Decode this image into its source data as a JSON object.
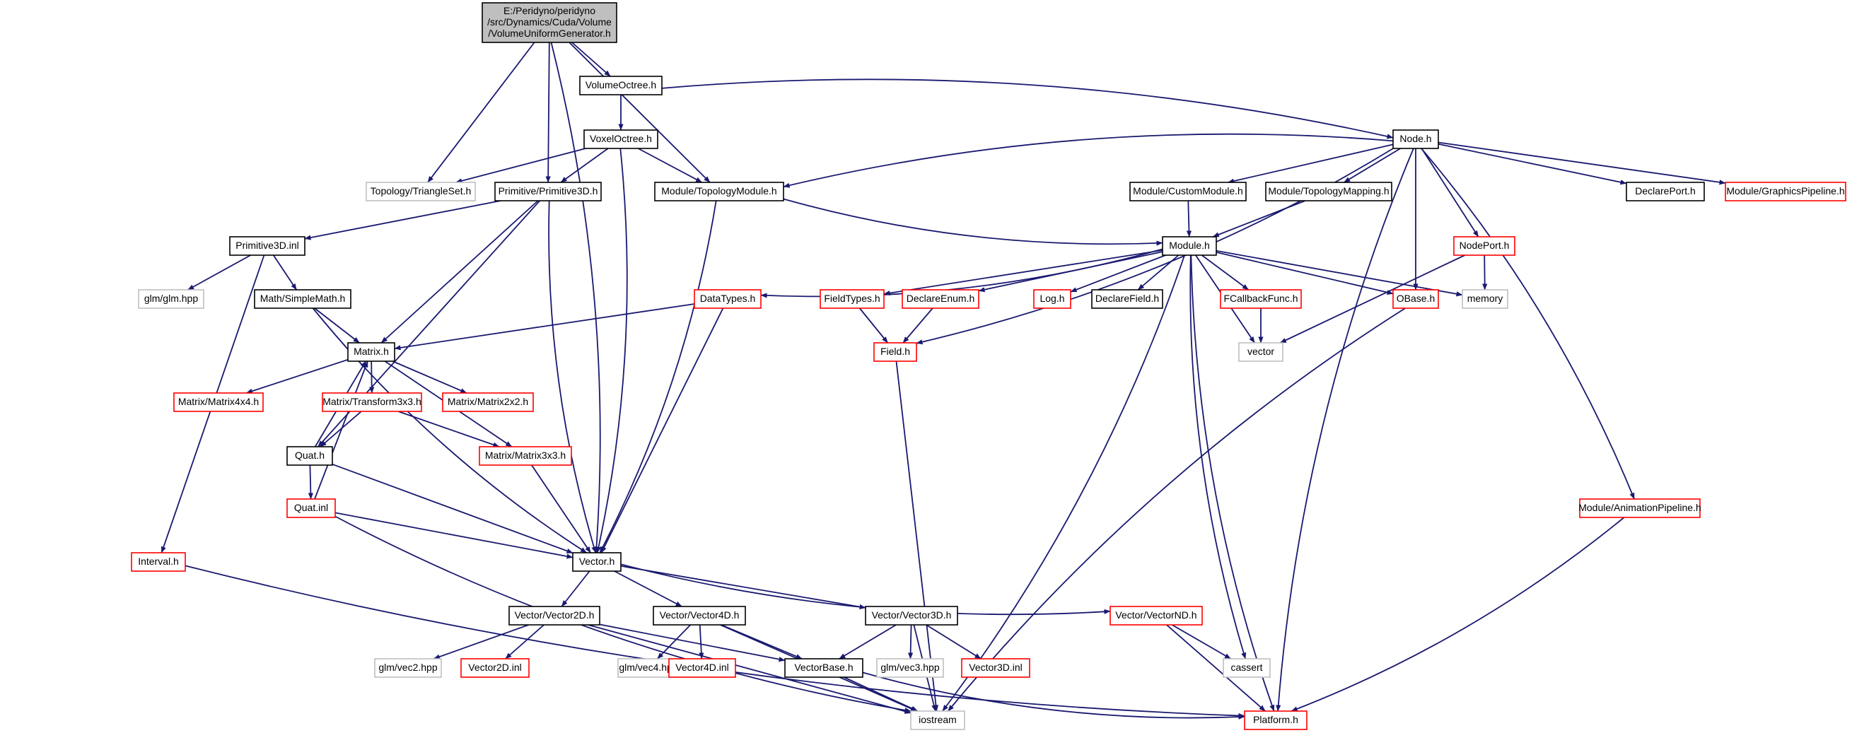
{
  "colors": {
    "edge": "#191970",
    "border_normal": "#000000",
    "border_external": "#bfbfbf",
    "border_incomplete": "#ff0000",
    "fill_root": "#bfbfbf",
    "fill_default": "#ffffff"
  },
  "nodes": [
    {
      "id": "root",
      "label": "E:/Peridyno/peridyno\n/src/Dynamics/Cuda/Volume\n/VolumeUniformGenerator.h",
      "style": "root"
    },
    {
      "id": "volumeoctree",
      "label": "VolumeOctree.h",
      "style": "normal"
    },
    {
      "id": "voxeloctree",
      "label": "VoxelOctree.h",
      "style": "normal"
    },
    {
      "id": "node",
      "label": "Node.h",
      "style": "normal"
    },
    {
      "id": "trianglesets",
      "label": "Topology/TriangleSet.h",
      "style": "external"
    },
    {
      "id": "primitive3d",
      "label": "Primitive/Primitive3D.h",
      "style": "normal"
    },
    {
      "id": "topologymodule",
      "label": "Module/TopologyModule.h",
      "style": "normal"
    },
    {
      "id": "custommodule",
      "label": "Module/CustomModule.h",
      "style": "normal"
    },
    {
      "id": "topologymapping",
      "label": "Module/TopologyMapping.h",
      "style": "normal"
    },
    {
      "id": "declareport",
      "label": "DeclarePort.h",
      "style": "normal"
    },
    {
      "id": "graphicspipeline",
      "label": "Module/GraphicsPipeline.h",
      "style": "incomplete"
    },
    {
      "id": "primitive3dinl",
      "label": "Primitive3D.inl",
      "style": "normal"
    },
    {
      "id": "module",
      "label": "Module.h",
      "style": "normal"
    },
    {
      "id": "nodeport",
      "label": "NodePort.h",
      "style": "incomplete"
    },
    {
      "id": "glm",
      "label": "glm/glm.hpp",
      "style": "external"
    },
    {
      "id": "simplemath",
      "label": "Math/SimpleMath.h",
      "style": "normal"
    },
    {
      "id": "datatypes",
      "label": "DataTypes.h",
      "style": "incomplete"
    },
    {
      "id": "fieldtypes",
      "label": "FieldTypes.h",
      "style": "incomplete"
    },
    {
      "id": "declareenum",
      "label": "DeclareEnum.h",
      "style": "incomplete"
    },
    {
      "id": "log",
      "label": "Log.h",
      "style": "incomplete"
    },
    {
      "id": "declarefield",
      "label": "DeclareField.h",
      "style": "normal"
    },
    {
      "id": "fcallbackfunc",
      "label": "FCallbackFunc.h",
      "style": "incomplete"
    },
    {
      "id": "obase",
      "label": "OBase.h",
      "style": "incomplete"
    },
    {
      "id": "memory",
      "label": "memory",
      "style": "external"
    },
    {
      "id": "matrix",
      "label": "Matrix.h",
      "style": "normal"
    },
    {
      "id": "field",
      "label": "Field.h",
      "style": "incomplete"
    },
    {
      "id": "vector",
      "label": "vector",
      "style": "external"
    },
    {
      "id": "matrix4x4",
      "label": "Matrix/Matrix4x4.h",
      "style": "incomplete"
    },
    {
      "id": "transform3x3",
      "label": "Matrix/Transform3x3.h",
      "style": "incomplete"
    },
    {
      "id": "matrix2x2",
      "label": "Matrix/Matrix2x2.h",
      "style": "incomplete"
    },
    {
      "id": "quat",
      "label": "Quat.h",
      "style": "normal"
    },
    {
      "id": "matrix3x3",
      "label": "Matrix/Matrix3x3.h",
      "style": "incomplete"
    },
    {
      "id": "quatinl",
      "label": "Quat.inl",
      "style": "incomplete"
    },
    {
      "id": "animationpipeline",
      "label": "Module/AnimationPipeline.h",
      "style": "incomplete"
    },
    {
      "id": "interval",
      "label": "Interval.h",
      "style": "incomplete"
    },
    {
      "id": "vectorh",
      "label": "Vector.h",
      "style": "normal"
    },
    {
      "id": "vector2d",
      "label": "Vector/Vector2D.h",
      "style": "normal"
    },
    {
      "id": "vector4d",
      "label": "Vector/Vector4D.h",
      "style": "normal"
    },
    {
      "id": "vector3d",
      "label": "Vector/Vector3D.h",
      "style": "normal"
    },
    {
      "id": "vectornd",
      "label": "Vector/VectorND.h",
      "style": "incomplete"
    },
    {
      "id": "vec2",
      "label": "glm/vec2.hpp",
      "style": "external"
    },
    {
      "id": "vector2dinl",
      "label": "Vector2D.inl",
      "style": "incomplete"
    },
    {
      "id": "vec4",
      "label": "glm/vec4.hpp",
      "style": "external"
    },
    {
      "id": "vector4dinl",
      "label": "Vector4D.inl",
      "style": "incomplete"
    },
    {
      "id": "vectorbase",
      "label": "VectorBase.h",
      "style": "normal"
    },
    {
      "id": "vec3",
      "label": "glm/vec3.hpp",
      "style": "external"
    },
    {
      "id": "vector3dinl",
      "label": "Vector3D.inl",
      "style": "incomplete"
    },
    {
      "id": "cassert",
      "label": "cassert",
      "style": "external"
    },
    {
      "id": "iostream",
      "label": "iostream",
      "style": "external"
    },
    {
      "id": "platform",
      "label": "Platform.h",
      "style": "incomplete"
    }
  ],
  "edges": [
    [
      "root",
      "volumeoctree"
    ],
    [
      "root",
      "trianglesets"
    ],
    [
      "root",
      "primitive3d"
    ],
    [
      "root",
      "topologymodule"
    ],
    [
      "root",
      "vectorh"
    ],
    [
      "volumeoctree",
      "voxeloctree"
    ],
    [
      "volumeoctree",
      "node"
    ],
    [
      "voxeloctree",
      "trianglesets"
    ],
    [
      "voxeloctree",
      "primitive3d"
    ],
    [
      "voxeloctree",
      "topologymodule"
    ],
    [
      "voxeloctree",
      "vectorh"
    ],
    [
      "node",
      "topologymodule"
    ],
    [
      "node",
      "custommodule"
    ],
    [
      "node",
      "topologymapping"
    ],
    [
      "node",
      "declareport"
    ],
    [
      "node",
      "graphicspipeline"
    ],
    [
      "node",
      "nodeport"
    ],
    [
      "node",
      "obase"
    ],
    [
      "node",
      "field"
    ],
    [
      "node",
      "platform"
    ],
    [
      "node",
      "animationpipeline"
    ],
    [
      "primitive3d",
      "primitive3dinl"
    ],
    [
      "primitive3d",
      "matrix"
    ],
    [
      "primitive3d",
      "vectorh"
    ],
    [
      "primitive3d",
      "quat"
    ],
    [
      "topologymodule",
      "module"
    ],
    [
      "topologymodule",
      "vectorh"
    ],
    [
      "custommodule",
      "module"
    ],
    [
      "topologymapping",
      "module"
    ],
    [
      "primitive3dinl",
      "glm"
    ],
    [
      "primitive3dinl",
      "simplemath"
    ],
    [
      "primitive3dinl",
      "interval"
    ],
    [
      "module",
      "datatypes"
    ],
    [
      "module",
      "fieldtypes"
    ],
    [
      "module",
      "declareenum"
    ],
    [
      "module",
      "log"
    ],
    [
      "module",
      "declarefield"
    ],
    [
      "module",
      "fcallbackfunc"
    ],
    [
      "module",
      "obase"
    ],
    [
      "module",
      "memory"
    ],
    [
      "module",
      "vector"
    ],
    [
      "module",
      "cassert"
    ],
    [
      "module",
      "iostream"
    ],
    [
      "module",
      "platform"
    ],
    [
      "nodeport",
      "memory"
    ],
    [
      "nodeport",
      "vector"
    ],
    [
      "simplemath",
      "matrix"
    ],
    [
      "simplemath",
      "vectorh"
    ],
    [
      "datatypes",
      "matrix"
    ],
    [
      "datatypes",
      "vectorh"
    ],
    [
      "fieldtypes",
      "field"
    ],
    [
      "declareenum",
      "field"
    ],
    [
      "fcallbackfunc",
      "vector"
    ],
    [
      "obase",
      "iostream"
    ],
    [
      "matrix",
      "matrix4x4"
    ],
    [
      "matrix",
      "transform3x3"
    ],
    [
      "matrix",
      "matrix2x2"
    ],
    [
      "matrix",
      "matrix3x3"
    ],
    [
      "transform3x3",
      "quat"
    ],
    [
      "transform3x3",
      "matrix3x3"
    ],
    [
      "quat",
      "matrix"
    ],
    [
      "quat",
      "quatinl"
    ],
    [
      "quat",
      "vectorh"
    ],
    [
      "quatinl",
      "matrix"
    ],
    [
      "quatinl",
      "vectorh"
    ],
    [
      "quatinl",
      "iostream"
    ],
    [
      "matrix3x3",
      "vectorh"
    ],
    [
      "field",
      "iostream"
    ],
    [
      "animationpipeline",
      "platform"
    ],
    [
      "interval",
      "platform"
    ],
    [
      "vectorh",
      "vector2d"
    ],
    [
      "vectorh",
      "vector4d"
    ],
    [
      "vectorh",
      "vector3d"
    ],
    [
      "vectorh",
      "vectornd"
    ],
    [
      "vector2d",
      "vec2"
    ],
    [
      "vector2d",
      "vector2dinl"
    ],
    [
      "vector2d",
      "vectorbase"
    ],
    [
      "vector2d",
      "iostream"
    ],
    [
      "vector4d",
      "vec4"
    ],
    [
      "vector4d",
      "vector4dinl"
    ],
    [
      "vector4d",
      "vectorbase"
    ],
    [
      "vector4d",
      "iostream"
    ],
    [
      "vector3d",
      "vectorbase"
    ],
    [
      "vector3d",
      "vec3"
    ],
    [
      "vector3d",
      "vector3dinl"
    ],
    [
      "vector3d",
      "iostream"
    ],
    [
      "vectornd",
      "cassert"
    ],
    [
      "vectornd",
      "platform"
    ],
    [
      "vectorbase",
      "iostream"
    ],
    [
      "vectorbase",
      "platform"
    ]
  ]
}
